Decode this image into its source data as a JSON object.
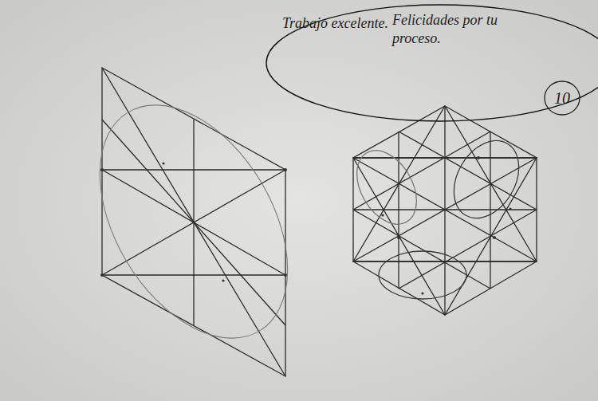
{
  "diagram": {
    "nodes": [
      {
        "text": [
          "Trabajo excelente.",
          "Felicidades por tu proceso."
        ]
      },
      {
        "text": [
          "10"
        ],
        "in": 0
      }
    ]
  }
}
